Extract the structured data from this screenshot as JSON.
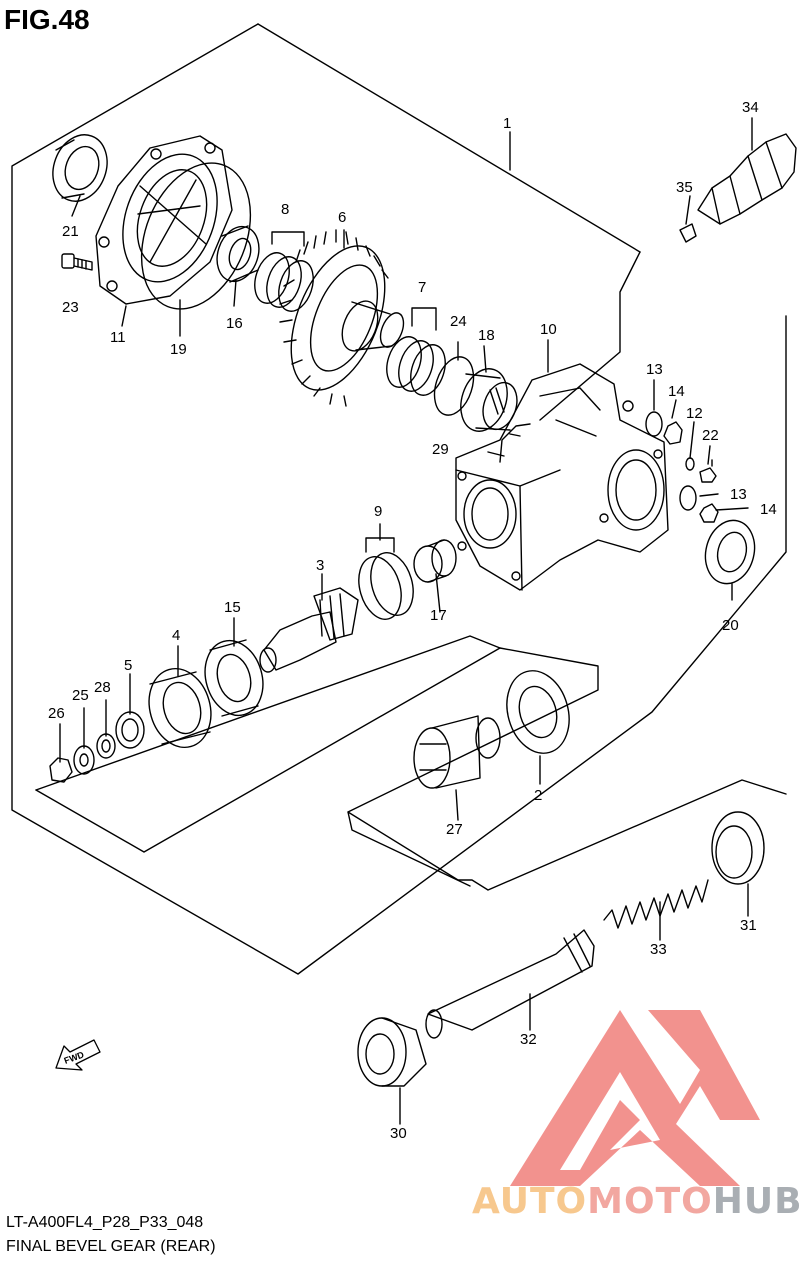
{
  "figure_title": "FIG.48",
  "caption_code": "LT-A400FL4_P28_P33_048",
  "caption_title": "FINAL BEVEL GEAR (REAR)",
  "fwd_label": "FWD",
  "watermark": {
    "part1": "AUTO",
    "part2": "MOTO",
    "part3": "HUB",
    "colors": {
      "auto": "#f7c88e",
      "moto": "#f2a7a0",
      "hub": "#a9aeb3",
      "logo": "#f07f7a"
    }
  },
  "callouts": [
    "1",
    "2",
    "3",
    "4",
    "5",
    "6",
    "7",
    "8",
    "9",
    "10",
    "11",
    "12",
    "13",
    "13",
    "14",
    "14",
    "15",
    "16",
    "17",
    "18",
    "19",
    "20",
    "21",
    "22",
    "23",
    "24",
    "25",
    "26",
    "27",
    "28",
    "29",
    "30",
    "31",
    "32",
    "33",
    "34",
    "35"
  ]
}
